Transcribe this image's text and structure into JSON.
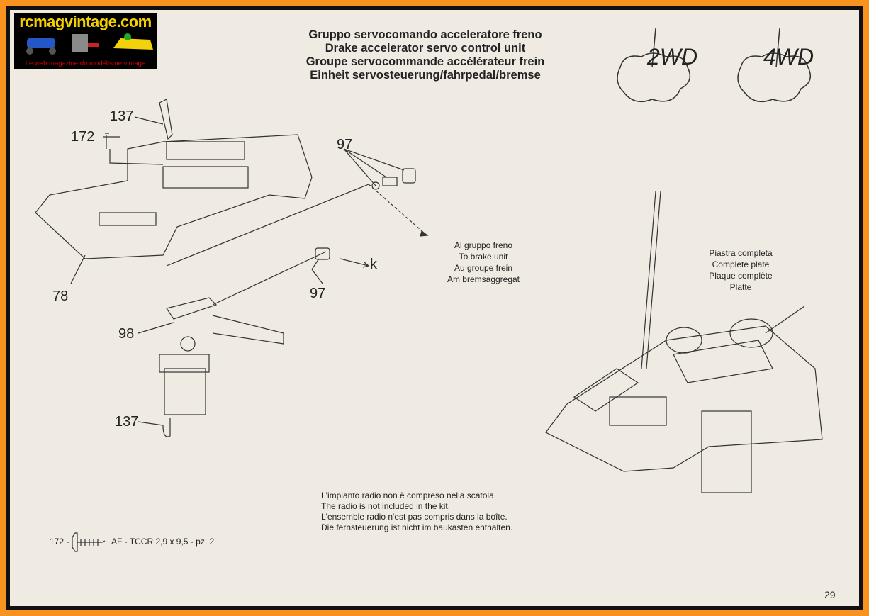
{
  "logo": {
    "site": "rcmagvintage.com",
    "tagline": "Le web magazine du modélisme vintage"
  },
  "title_lines": [
    "Gruppo servocomando acceleratore freno",
    "Drake accelerator servo control unit",
    "Groupe servocommande accélérateur frein",
    "Einheit servosteuerung/fahrpedal/bremse"
  ],
  "badges": [
    "2WD",
    "4WD"
  ],
  "part_labels": {
    "p137_top": "137",
    "p172": "172",
    "p97_top": "97",
    "p78": "78",
    "p98": "98",
    "p137_bottom": "137",
    "p97_bottom": "97",
    "k": "k"
  },
  "brake_caption": [
    "Al gruppo freno",
    "To brake unit",
    "Au groupe frein",
    "Am bremsaggregat"
  ],
  "plate_caption": [
    "Piastra completa",
    "Complete plate",
    "Plaque complète",
    "Platte"
  ],
  "radio_note": [
    "L'impianto radio non è compreso nella scatola.",
    "The radio is not included in the kit.",
    "L'ensemble radio n'est pas compris dans la boîte.",
    "Die fernsteuerung ist nicht im baukasten enthalten."
  ],
  "screw_legend": {
    "number": "172 -",
    "spec": "AF - TCCR 2,9 x 9,5 - pz. 2"
  },
  "page_number": "29"
}
